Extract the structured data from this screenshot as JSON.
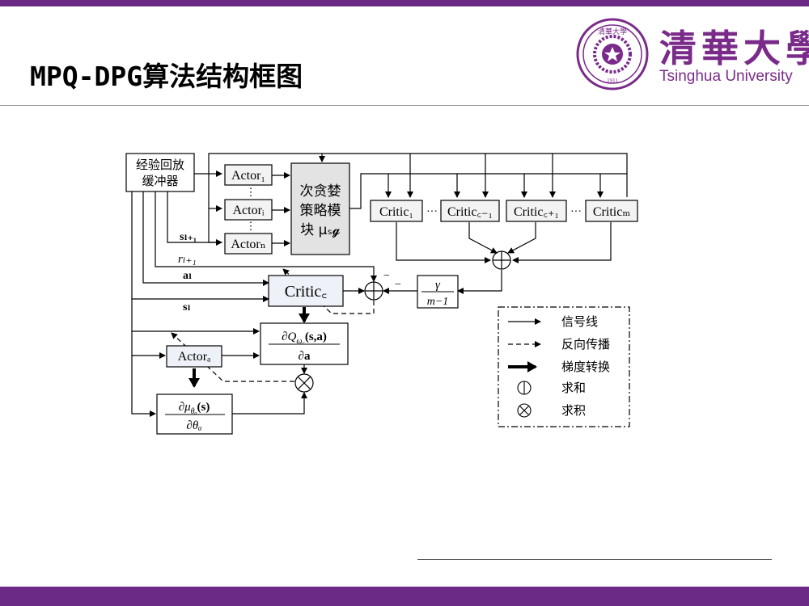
{
  "slide": {
    "title": "MPQ-DPG算法结构框图",
    "university_cn": "清華大學",
    "university_en": "Tsinghua University",
    "logo": {
      "icon": "tsinghua-seal-icon",
      "text": "清華大學",
      "year": "1911",
      "color": "#7a2b8a"
    },
    "theme_color": "#6a2a86"
  },
  "diagram": {
    "replay_buffer": [
      "经验回放",
      "缓冲器"
    ],
    "actors": [
      "Actor₁",
      "Actorᵢ",
      "Actorₙ"
    ],
    "actor_a": "Actorₐ",
    "vdots": "⋮",
    "submodule": [
      "次贪婪",
      "策略模",
      "块 μₛ𝓰"
    ],
    "critics": [
      "Critic₁",
      "Critic꜀₋₁",
      "Critic꜀₊₁",
      "Criticₘ"
    ],
    "dots": "···",
    "critic_c": "Critic꜀",
    "dq_num": "∂Q",
    "dq_sub": "ω꜀",
    "dq_args": "(s,a)",
    "dq_den": "∂a",
    "dmu_num": "∂μ",
    "dmu_sub": "θₐ",
    "dmu_args": "(s)",
    "dmu_den": "∂θₐ",
    "gamma_num": "γ",
    "gamma_den": "m−1",
    "labels": {
      "s_next": "sₗ₊₁",
      "r_next": "rₗ₊₁",
      "a_l": "aₗ",
      "s_l": "sₗ",
      "minus": "−"
    },
    "legend": {
      "signal": "信号线",
      "backprop": "反向传播",
      "gradient": "梯度转换",
      "sum": "求和",
      "product": "求积"
    }
  }
}
